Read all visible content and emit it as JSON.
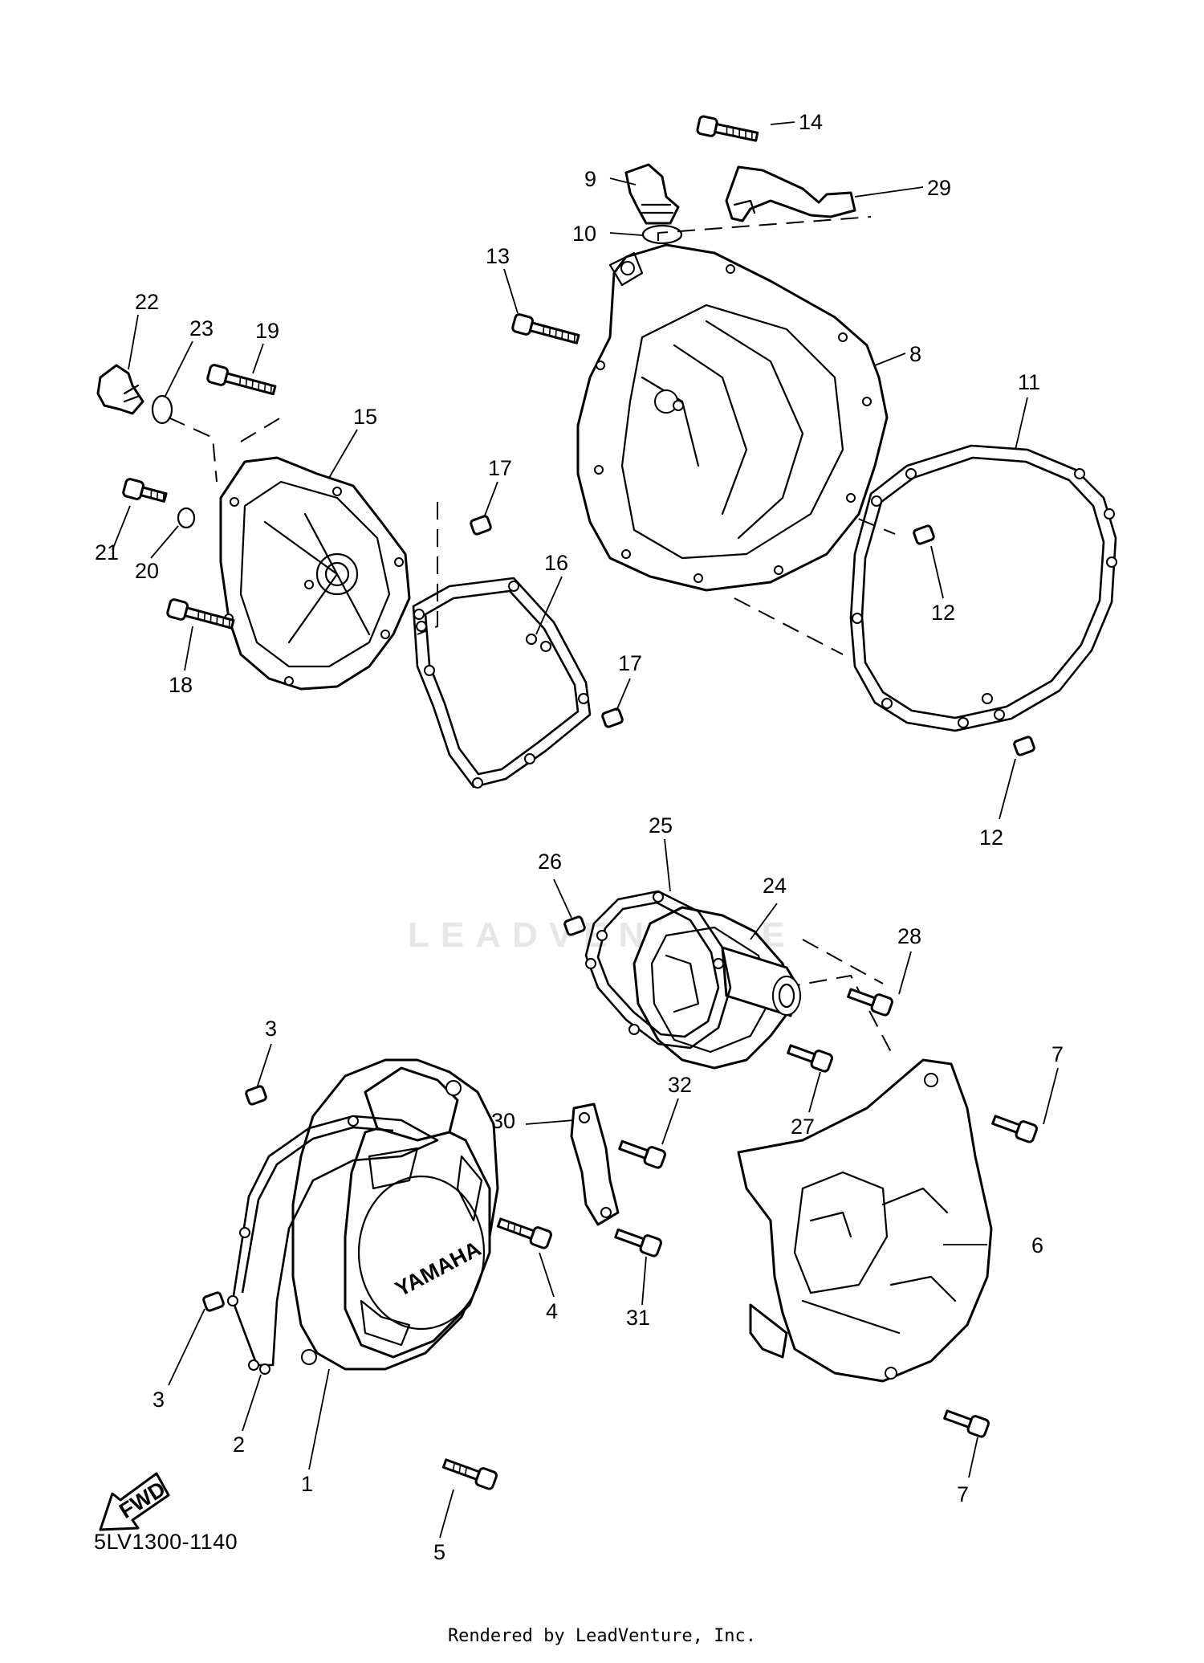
{
  "diagram": {
    "id": "5LV1300-1140",
    "rendered_by": "Rendered by LeadVenture, Inc.",
    "watermark_text": "LEADVENTURE",
    "cover_text": "YAMAHA",
    "fwd_text": "FWD"
  },
  "callouts": [
    {
      "id": "c1",
      "label": "1"
    },
    {
      "id": "c2",
      "label": "2"
    },
    {
      "id": "c3a",
      "label": "3"
    },
    {
      "id": "c3b",
      "label": "3"
    },
    {
      "id": "c4",
      "label": "4"
    },
    {
      "id": "c5",
      "label": "5"
    },
    {
      "id": "c6",
      "label": "6"
    },
    {
      "id": "c7a",
      "label": "7"
    },
    {
      "id": "c7b",
      "label": "7"
    },
    {
      "id": "c8",
      "label": "8"
    },
    {
      "id": "c9",
      "label": "9"
    },
    {
      "id": "c10",
      "label": "10"
    },
    {
      "id": "c11",
      "label": "11"
    },
    {
      "id": "c12a",
      "label": "12"
    },
    {
      "id": "c12b",
      "label": "12"
    },
    {
      "id": "c13",
      "label": "13"
    },
    {
      "id": "c14",
      "label": "14"
    },
    {
      "id": "c15",
      "label": "15"
    },
    {
      "id": "c16",
      "label": "16"
    },
    {
      "id": "c17a",
      "label": "17"
    },
    {
      "id": "c17b",
      "label": "17"
    },
    {
      "id": "c18",
      "label": "18"
    },
    {
      "id": "c19",
      "label": "19"
    },
    {
      "id": "c20",
      "label": "20"
    },
    {
      "id": "c21",
      "label": "21"
    },
    {
      "id": "c22",
      "label": "22"
    },
    {
      "id": "c23",
      "label": "23"
    },
    {
      "id": "c24",
      "label": "24"
    },
    {
      "id": "c25",
      "label": "25"
    },
    {
      "id": "c26",
      "label": "26"
    },
    {
      "id": "c27",
      "label": "27"
    },
    {
      "id": "c28",
      "label": "28"
    },
    {
      "id": "c29",
      "label": "29"
    },
    {
      "id": "c30",
      "label": "30"
    },
    {
      "id": "c31",
      "label": "31"
    },
    {
      "id": "c32",
      "label": "32"
    }
  ]
}
